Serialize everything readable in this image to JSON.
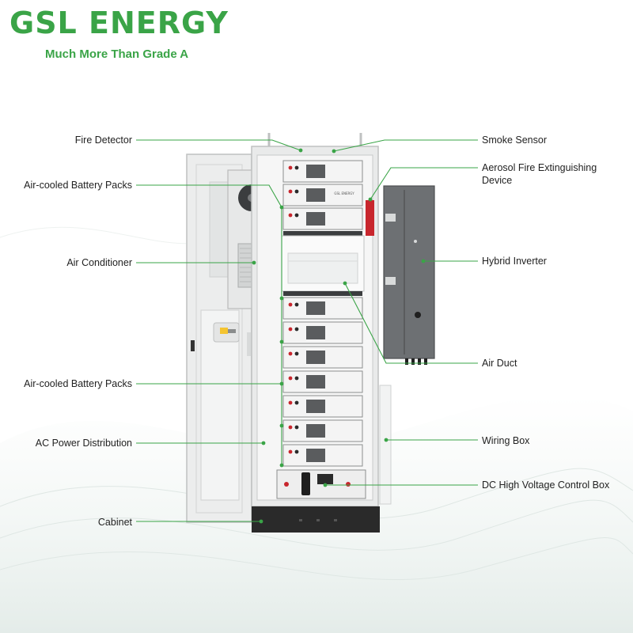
{
  "brand": {
    "name": "GSL ENERGY",
    "slogan": "Much More Than Grade A",
    "color": "#3aa447"
  },
  "colors": {
    "leader": "#3aa447",
    "cabinet": "#e9eaea",
    "cabinet_edge": "#bfc1c1",
    "module": "#f4f4f4",
    "inverter": "#6d7073",
    "base": "#2a2a2a",
    "extinguisher": "#c8262d"
  },
  "battery_brand_mark": "GSL ENERGY",
  "labels_left": [
    {
      "id": "fire-detector",
      "text": "Fire Detector"
    },
    {
      "id": "battery-packs-upper",
      "text": "Air-cooled Battery Packs"
    },
    {
      "id": "air-conditioner",
      "text": "Air Conditioner"
    },
    {
      "id": "battery-packs-lower",
      "text": "Air-cooled Battery Packs"
    },
    {
      "id": "ac-power-distribution",
      "text": "AC Power Distribution"
    },
    {
      "id": "cabinet",
      "text": "Cabinet"
    }
  ],
  "labels_right": [
    {
      "id": "smoke-sensor",
      "text": "Smoke Sensor"
    },
    {
      "id": "aerosol-fire-extinguishing-device",
      "text": "Aerosol Fire Extinguishing Device"
    },
    {
      "id": "hybrid-inverter",
      "text": "Hybrid Inverter"
    },
    {
      "id": "air-duct",
      "text": "Air Duct"
    },
    {
      "id": "wiring-box",
      "text": "Wiring Box"
    },
    {
      "id": "dc-high-voltage-control-box",
      "text": "DC High Voltage Control Box"
    }
  ]
}
